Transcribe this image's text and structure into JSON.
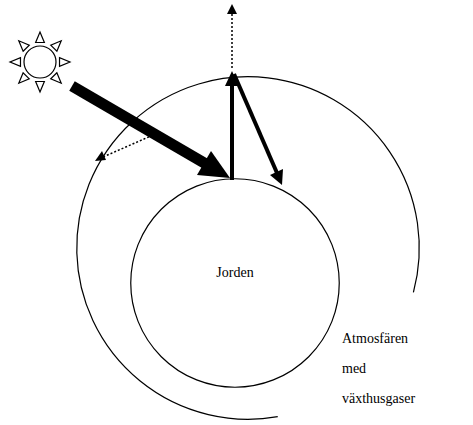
{
  "diagram": {
    "nodes": [
      {
        "text": [
          "Atmosfären med växthusgaser"
        ]
      },
      {
        "text": [
          "Jorden"
        ],
        "in": 0
      }
    ]
  }
}
